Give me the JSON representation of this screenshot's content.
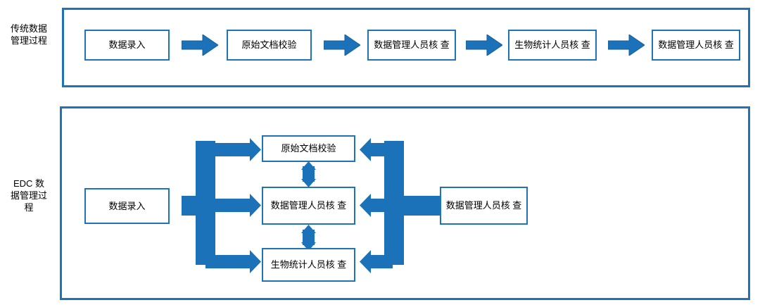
{
  "diagram": {
    "title_rows": [
      {
        "id": "traditional",
        "label": "传统数据\n管理过程"
      },
      {
        "id": "edc",
        "label": "EDC 数\n据管理过\n程"
      }
    ],
    "colors": {
      "accent_blue": "#1F74B8",
      "arrow_blue": "#1C72B8",
      "arrow_outline": "#1B5E96",
      "box_border": "#1F74B8",
      "background": "#FFFFFF",
      "text": "#000000"
    },
    "traditional_row": {
      "label": "传统数据\n管理过程",
      "nodes": [
        {
          "id": "entry",
          "label": "数据录入"
        },
        {
          "id": "sdv",
          "label": "原始文档校验"
        },
        {
          "id": "dm_review_1",
          "label": "数据管理人员核\n查"
        },
        {
          "id": "stat_review",
          "label": "生物统计人员核\n查"
        },
        {
          "id": "dm_review_2",
          "label": "数据管理人员核\n查"
        }
      ],
      "connectors": [
        {
          "from": "entry",
          "to": "sdv",
          "type": "arrow-right"
        },
        {
          "from": "sdv",
          "to": "dm_review_1",
          "type": "arrow-right"
        },
        {
          "from": "dm_review_1",
          "to": "stat_review",
          "type": "arrow-right"
        },
        {
          "from": "stat_review",
          "to": "dm_review_2",
          "type": "arrow-right"
        }
      ]
    },
    "edc_row": {
      "label": "EDC 数\n据管理过\n程",
      "nodes": [
        {
          "id": "entry",
          "label": "数据录入"
        },
        {
          "id": "sdv",
          "label": "原始文档校验"
        },
        {
          "id": "dm_review",
          "label": "数据管理人员核\n查"
        },
        {
          "id": "stat_review",
          "label": "生物统计人员核\n查"
        },
        {
          "id": "dm_review_right",
          "label": "数据管理人员核\n查"
        }
      ],
      "connectors": [
        {
          "from": "entry",
          "to": [
            "sdv",
            "dm_review",
            "stat_review"
          ],
          "type": "fan-out-right"
        },
        {
          "from": "dm_review_right",
          "to": [
            "sdv",
            "dm_review",
            "stat_review"
          ],
          "type": "fan-in-left"
        },
        {
          "from": "sdv",
          "to": "dm_review",
          "type": "double-arrow-vertical"
        },
        {
          "from": "dm_review",
          "to": "stat_review",
          "type": "double-arrow-vertical"
        }
      ]
    }
  }
}
